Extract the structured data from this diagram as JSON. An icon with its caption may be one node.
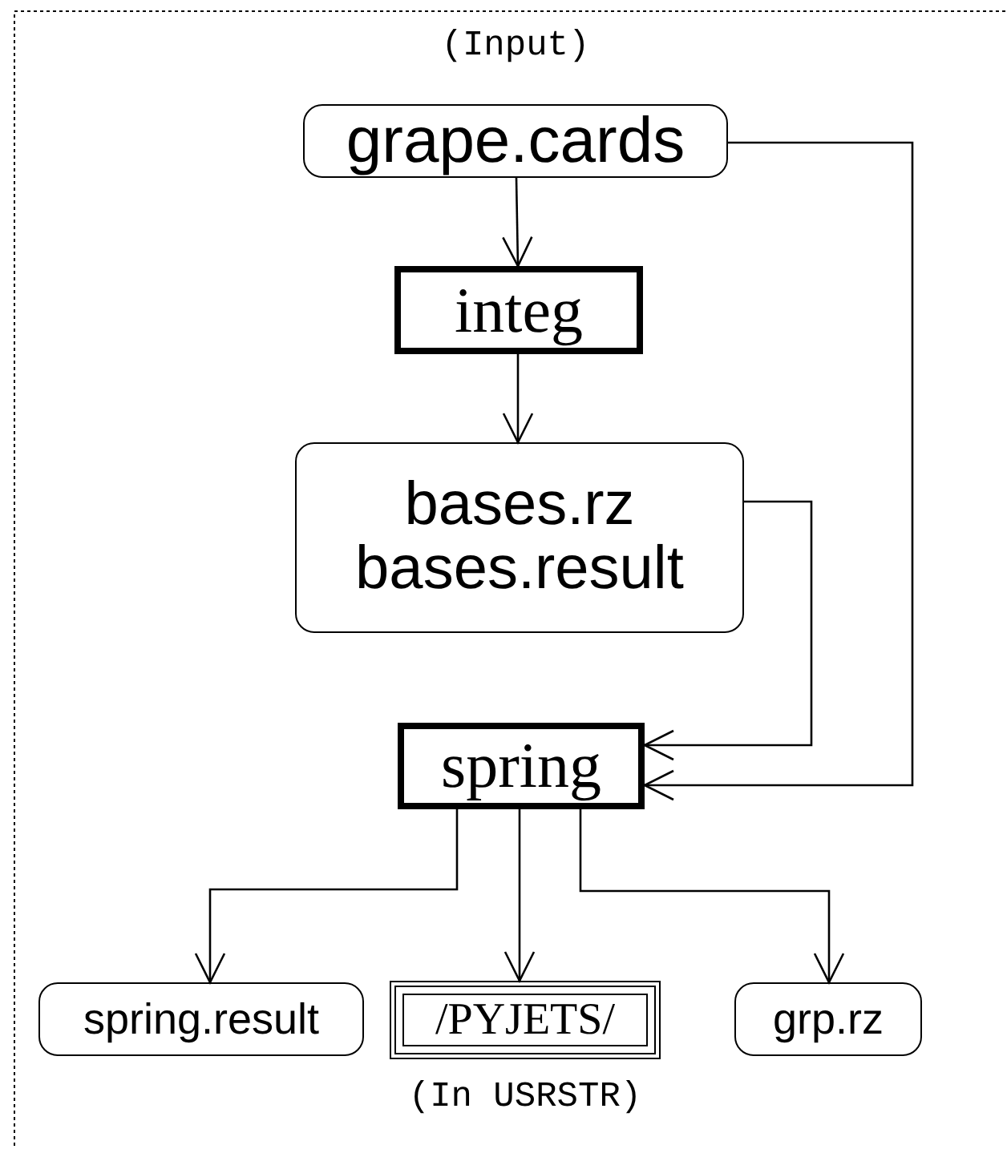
{
  "diagram": {
    "nodes": [
      {
        "text": [
          "grape.cards"
        ],
        "beside": [
          "(Input)"
        ]
      },
      {
        "text": [
          "integ"
        ]
      },
      {
        "text": [
          "bases.rz",
          "bases.result"
        ]
      },
      {
        "text": [
          "spring"
        ]
      },
      {
        "text": [
          "spring.result"
        ]
      },
      {
        "text": [
          "/PYJETS/"
        ],
        "beside": [
          "(In USRSTR)"
        ]
      },
      {
        "text": [
          "grp.rz"
        ]
      }
    ],
    "edges": [
      {
        "from": 0,
        "to": 1,
        "arrow": "to"
      },
      {
        "from": 1,
        "to": 2,
        "arrow": "to"
      },
      {
        "from": 2,
        "to": 3,
        "arrow": "to"
      },
      {
        "from": 0,
        "to": 3,
        "arrow": "to"
      },
      {
        "from": 3,
        "to": 4,
        "arrow": "to"
      },
      {
        "from": 3,
        "to": 5,
        "arrow": "to"
      },
      {
        "from": 3,
        "to": 6,
        "arrow": "to"
      }
    ]
  }
}
